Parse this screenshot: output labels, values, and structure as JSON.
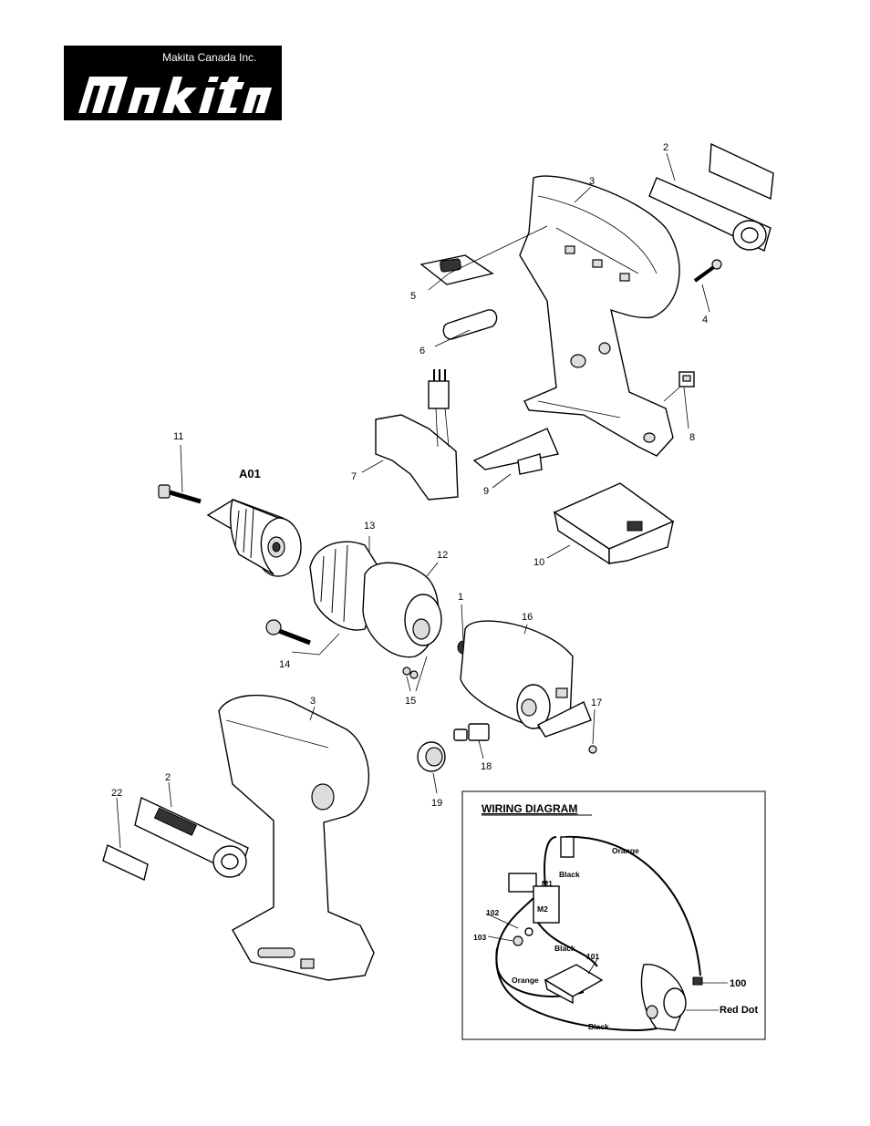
{
  "header": {
    "company": "Makita Canada Inc.",
    "brand": "makita"
  },
  "assembly": {
    "a01": "A01"
  },
  "callouts": {
    "c1": "1",
    "c2_top": "2",
    "c3_top": "3",
    "c4": "4",
    "c5": "5",
    "c6": "6",
    "c7": "7",
    "c8": "8",
    "c9": "9",
    "c10": "10",
    "c11": "11",
    "c12": "12",
    "c13": "13",
    "c14": "14",
    "c15": "15",
    "c16": "16",
    "c17": "17",
    "c18": "18",
    "c19": "19",
    "c3_bottom": "3",
    "c2_bottom": "2",
    "c22": "22"
  },
  "wiring": {
    "title": "WIRING DIAGRAM",
    "orange_top": "Orange",
    "black_top": "Black",
    "m1": "M1",
    "m2": "M2",
    "p102": "102",
    "p103": "103",
    "black_mid": "Black",
    "p101": "101",
    "orange_left": "Orange",
    "p100": "100",
    "red_dot": "Red Dot",
    "black_bottom": "Black"
  }
}
